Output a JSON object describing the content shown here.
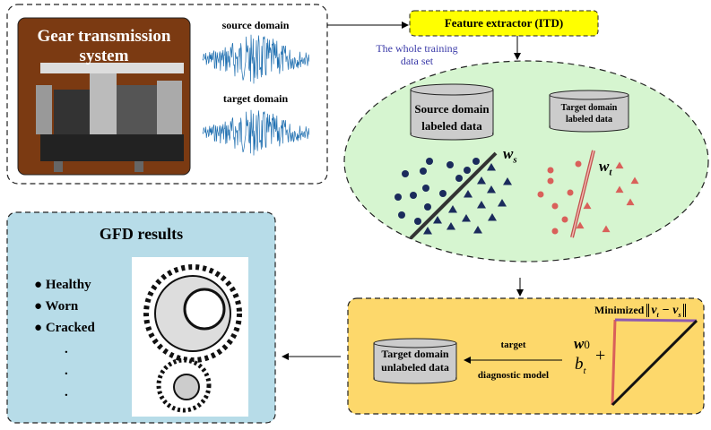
{
  "system": {
    "title": "Gear transmission system",
    "source_label": "source domain",
    "target_label": "target domain"
  },
  "feature_extractor": {
    "label": "Feature extractor (ITD)",
    "note": "The whole training data set"
  },
  "training": {
    "source_db": "Source domain labeled data",
    "target_db": "Target domain labeled data",
    "ws_label": "w",
    "ws_sub": "s",
    "wt_label": "w",
    "wt_sub": "t"
  },
  "model": {
    "db": "Target domain unlabeled data",
    "arrow_top": "target",
    "arrow_bottom": "diagnostic model",
    "w0": "w",
    "w0_sub": "0",
    "bt": "b",
    "bt_sub": "t",
    "plus": "+",
    "minimized": "Minimized",
    "norm": "v",
    "norm_t": "t",
    "minus": "−",
    "norm_s": "s"
  },
  "results": {
    "title": "GFD results",
    "items": [
      "Healthy",
      "Worn",
      "Cracked"
    ],
    "dots": [
      ".",
      ".",
      "."
    ]
  },
  "colors": {
    "brown": "#7b3a12",
    "yellow": "#ffff00",
    "green": "#d6f5d0",
    "orange": "#fdd86b",
    "blue": "#b7dce8",
    "navy": "#1b2b5c",
    "red": "#d9605a",
    "signal": "#1f6fb0"
  }
}
